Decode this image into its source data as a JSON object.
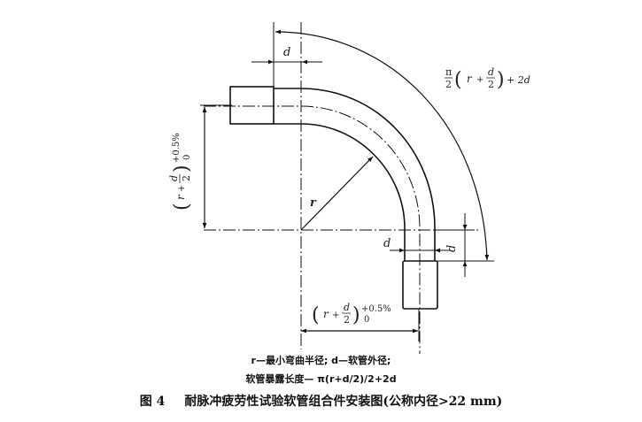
{
  "figure": {
    "number": "图 4",
    "title": "耐脉冲疲劳性试验软管组合件安装图(公称内径>22 mm)"
  },
  "legend": {
    "line1": "r—最小弯曲半径; d—软管外径;",
    "line2": "软管暴露长度— π(r+d/2)/2+2d"
  },
  "dimensions": {
    "top_d": "d",
    "arc_length": {
      "prefix": "π",
      "denominator": "2",
      "open": "(",
      "r": "r",
      "plus": "+",
      "d": "d",
      "two": "2",
      "close": ")",
      "tail": "+ 2d"
    },
    "left_vertical": {
      "expr": "(r + d/2)",
      "tol_upper": "+0.5%",
      "tol_lower": "0"
    },
    "bottom_horizontal": {
      "r": "r",
      "plus": "+",
      "d": "d",
      "two": "2",
      "tol_upper": "+0.5%",
      "tol_lower": "0"
    },
    "radius_label": "r",
    "right_d_horizontal": "d",
    "right_d_vertical": "d"
  },
  "colors": {
    "line": "#111111",
    "background": "#ffffff"
  }
}
